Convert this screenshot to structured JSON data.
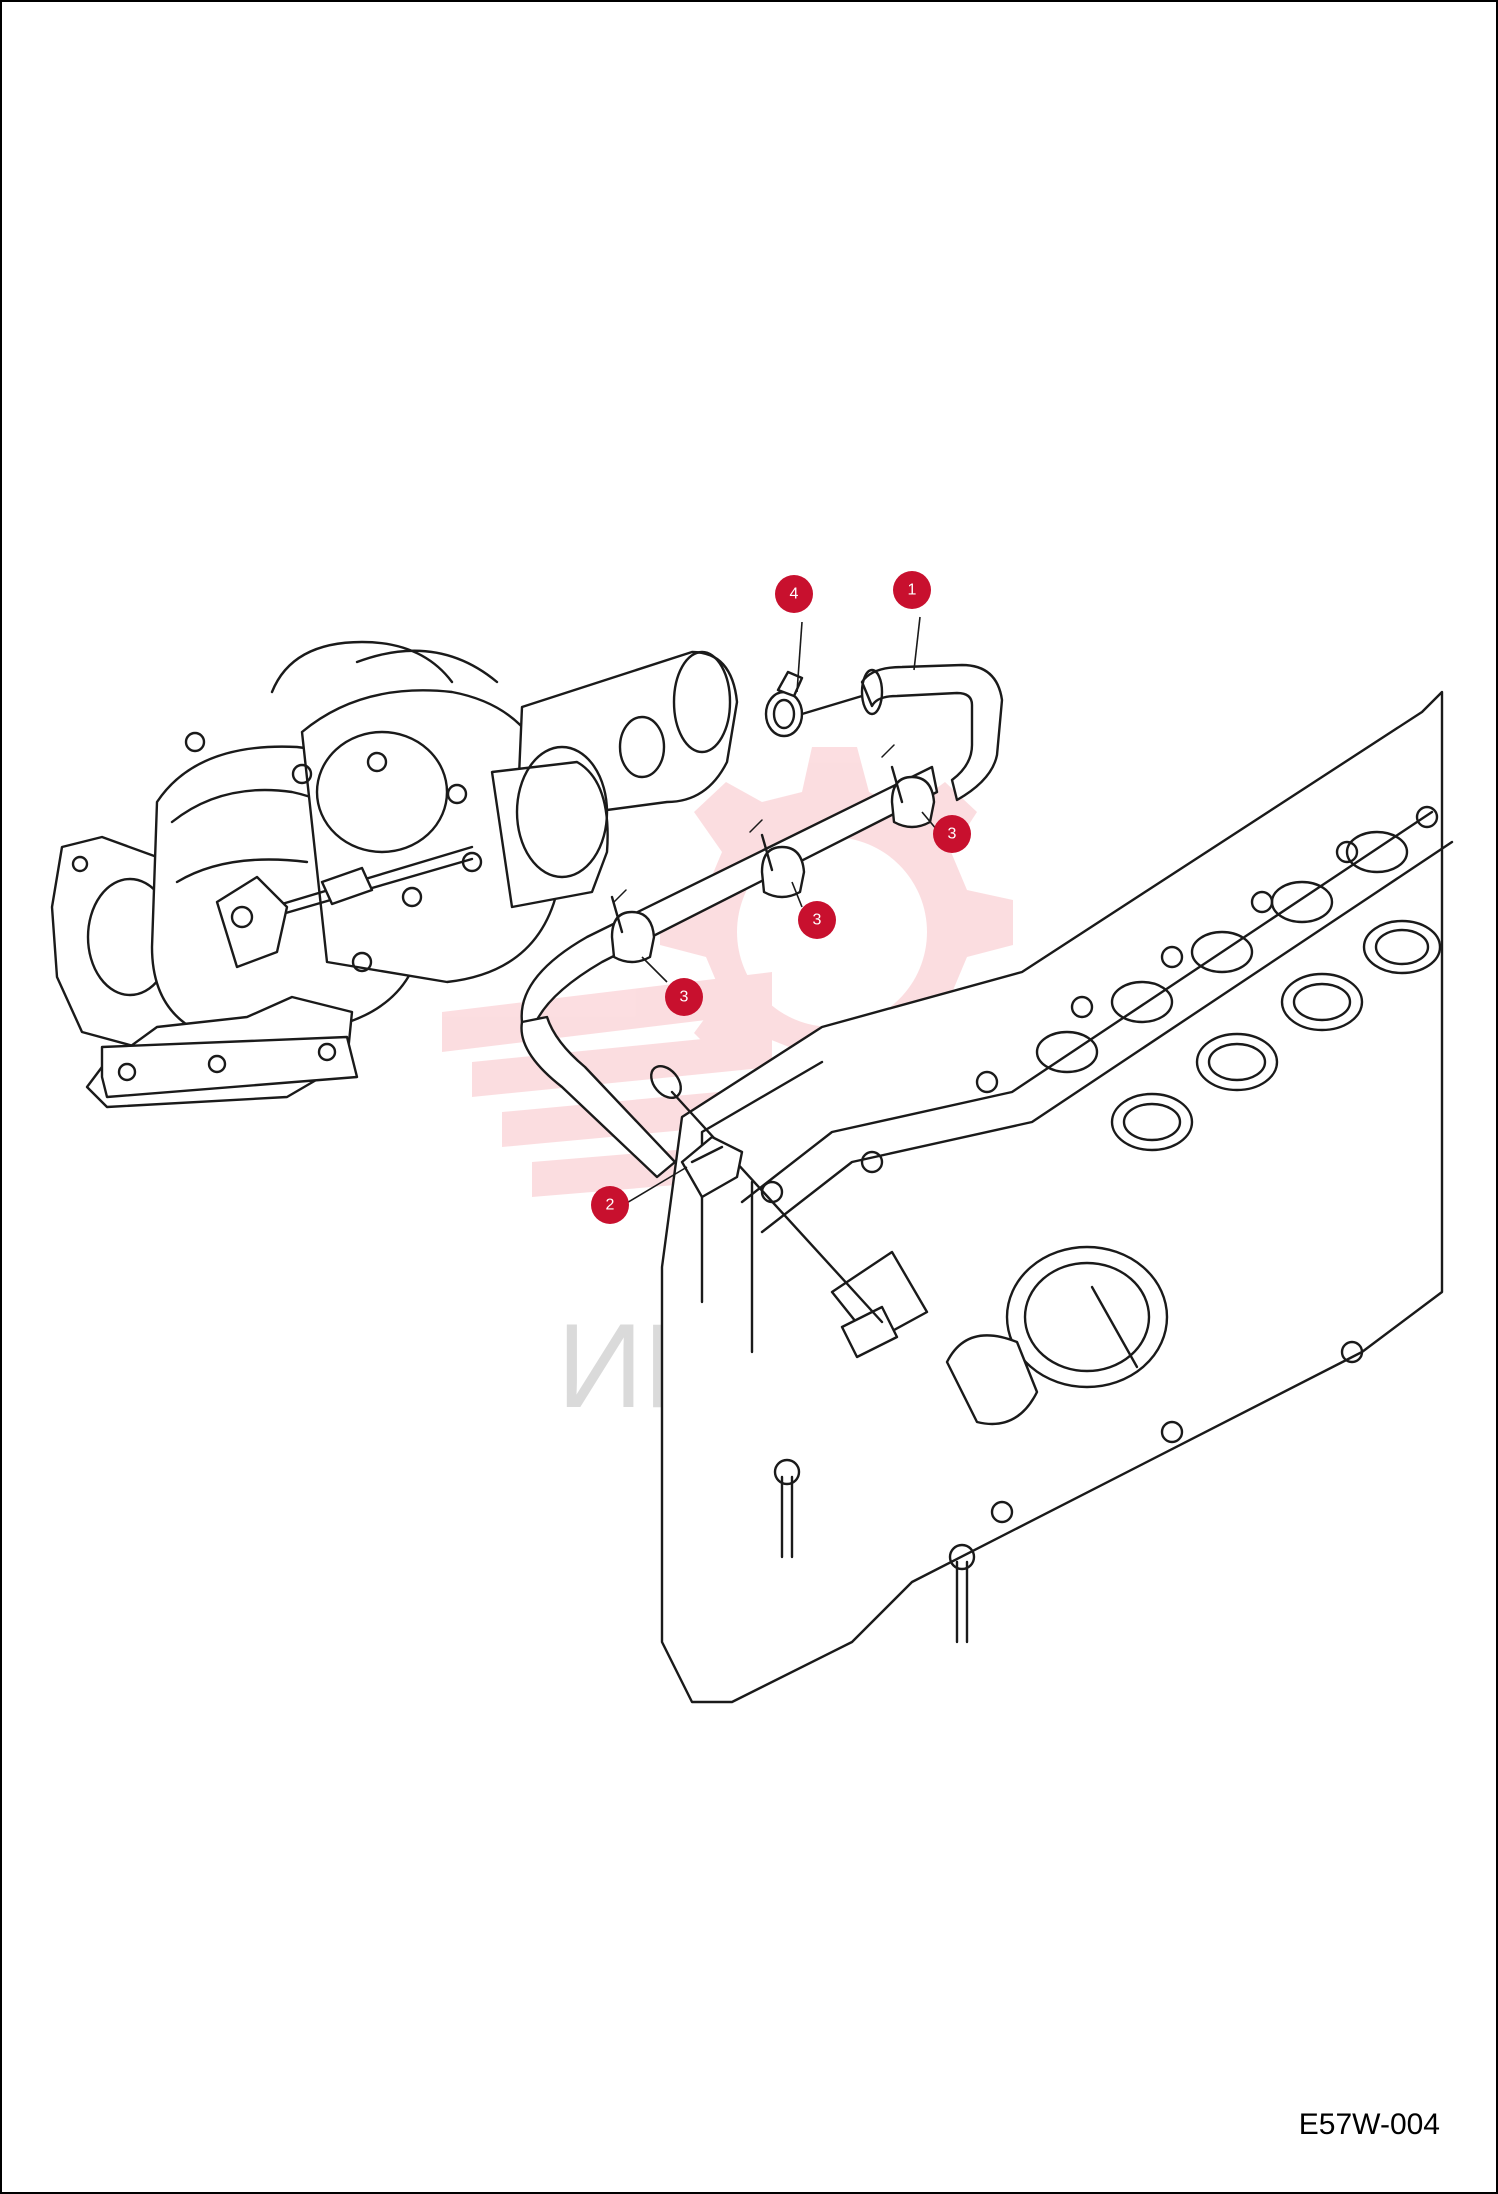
{
  "drawing_code": "E57W-004",
  "watermark": {
    "text": "ИНТЕХ",
    "color": "#f06a76"
  },
  "badge_color": "#c8102e",
  "callouts": [
    {
      "id": "callout-1",
      "label": "1"
    },
    {
      "id": "callout-2",
      "label": "2"
    },
    {
      "id": "callout-3a",
      "label": "3"
    },
    {
      "id": "callout-3b",
      "label": "3"
    },
    {
      "id": "callout-3c",
      "label": "3"
    },
    {
      "id": "callout-4",
      "label": "4"
    }
  ]
}
